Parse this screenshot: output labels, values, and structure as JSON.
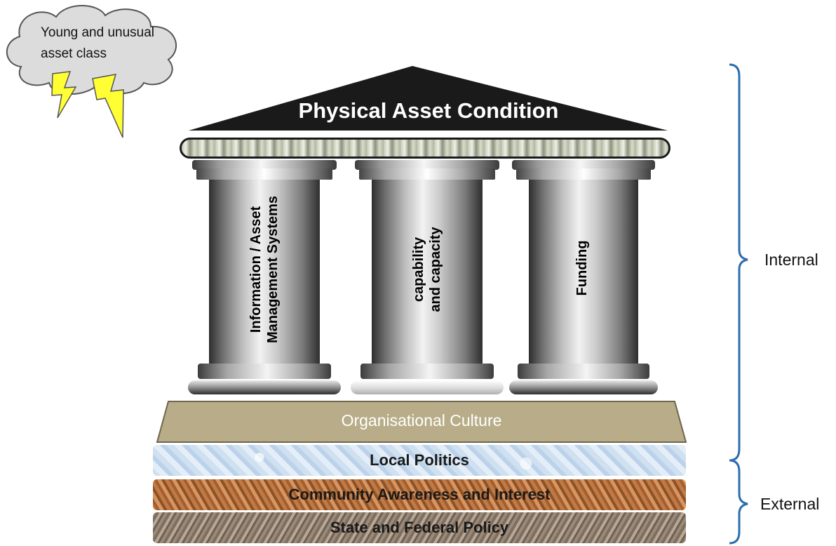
{
  "cloud": {
    "line1": "Young and unusual",
    "line2": "asset class"
  },
  "roof": {
    "title": "Physical Asset Condition"
  },
  "pillars": [
    {
      "line1": "Information / Asset",
      "line2": "Management Systems"
    },
    {
      "line1": "capability",
      "line2": "and capacity"
    },
    {
      "line1": "Funding",
      "line2": ""
    }
  ],
  "foundation": {
    "culture": "Organisational Culture",
    "local_politics": "Local Politics",
    "community": "Community Awareness and Interest",
    "state": "State and Federal Policy"
  },
  "brackets": {
    "internal": "Internal",
    "external": "External"
  },
  "colors": {
    "roof": "#1a1a1a",
    "culture": "#b8ad88",
    "bracket": "#2e6db0",
    "lightning": "#ffff33"
  }
}
